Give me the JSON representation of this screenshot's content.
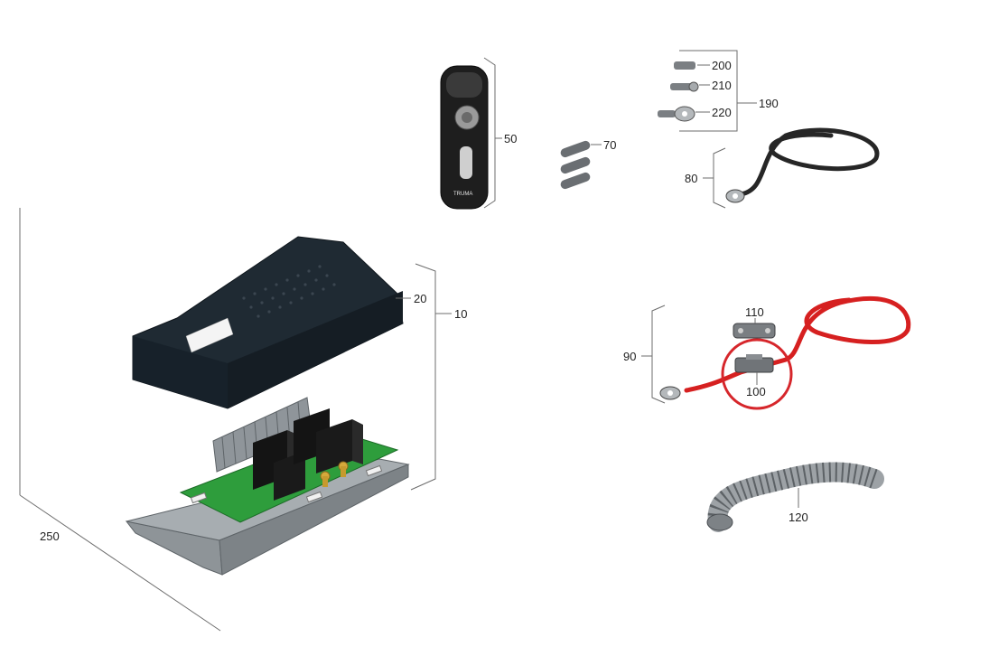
{
  "labels": {
    "l10": "10",
    "l20": "20",
    "l50": "50",
    "l70": "70",
    "l80": "80",
    "l90": "90",
    "l100": "100",
    "l110": "110",
    "l120": "120",
    "l190": "190",
    "l200": "200",
    "l210": "210",
    "l220": "220",
    "l250": "250"
  },
  "colors": {
    "housing": "#1f2a33",
    "board": "#2e9d3c",
    "base": "#9aa0a4",
    "cable_red": "#d62020",
    "cable_black": "#262626",
    "highlight_circle": "#d6262b",
    "hose": "#9da2a6"
  },
  "icons": [
    "remote-control-icon",
    "fuse-icon",
    "ring-terminal-icon",
    "battery-cable-icon",
    "corrugated-hose-icon"
  ]
}
